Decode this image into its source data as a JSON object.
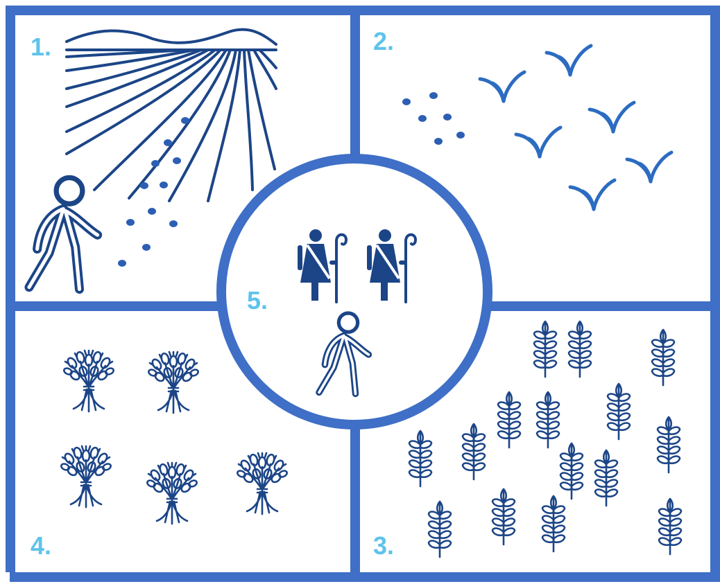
{
  "panels": [
    {
      "number": "1.",
      "scene": "sowing",
      "icons": [
        "horizon-icon",
        "furrow-icon",
        "seed-icon",
        "walking-person-icon"
      ]
    },
    {
      "number": "2.",
      "scene": "sprouting",
      "icons": [
        "seed-icon",
        "sprout-icon"
      ]
    },
    {
      "number": "3.",
      "scene": "grown-wheat",
      "icons": [
        "wheat-ear-icon"
      ]
    },
    {
      "number": "4.",
      "scene": "harvest-sheaves",
      "icons": [
        "wheat-sheaf-icon"
      ]
    },
    {
      "number": "5.",
      "scene": "shepherds-and-walker",
      "icons": [
        "shepherd-icon",
        "walking-person-icon"
      ]
    }
  ],
  "colors": {
    "border": "#3f6fc6",
    "icon": "#1c4587",
    "number": "#5ec3ea",
    "background": "#ffffff"
  }
}
